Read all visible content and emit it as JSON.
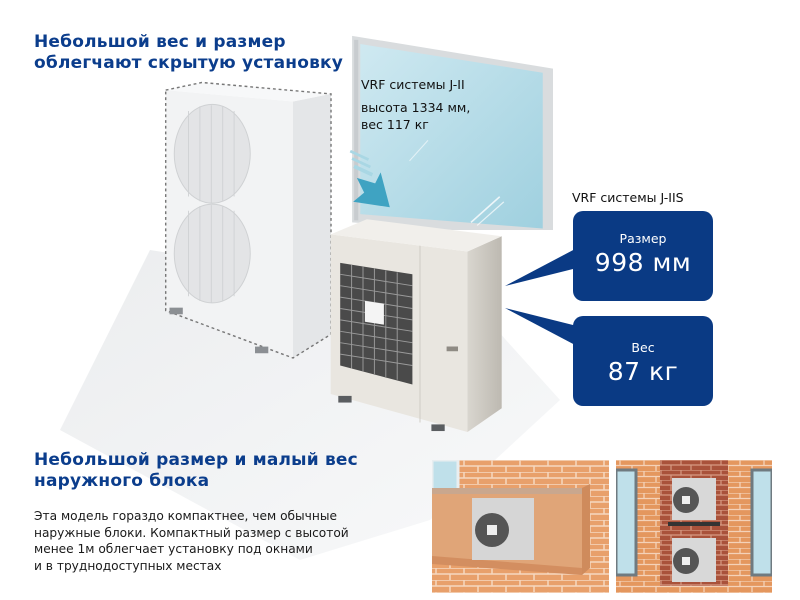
{
  "heading_top": {
    "line1": "Небольшой вес и размер",
    "line2": "облегчают скрытую установку"
  },
  "old_unit": {
    "name": "VRF системы J-II",
    "spec_line1": "высота 1334 мм,",
    "spec_line2": "вес 117 кг"
  },
  "new_unit": {
    "name": "VRF системы J-IIS",
    "size": {
      "caption": "Размер",
      "value": "998 мм"
    },
    "weight": {
      "caption": "Вес",
      "value": "87 кг"
    }
  },
  "heading_bottom": {
    "line1": "Небольшой размер  и малый вес",
    "line2": "наружного блока"
  },
  "description": {
    "lines": [
      "Эта модель гораздо компактнее, чем обычные",
      "наружные блоки. Компактный размер с высотой",
      "менее 1м облегчает установку под окнами",
      "и в труднодоступных местах"
    ]
  },
  "colors": {
    "heading": "#0b3d8c",
    "callout": "#0a3a84",
    "arrow": "#3fa3c2",
    "brick": "#e59a63",
    "glass": "#bfe0ea"
  }
}
